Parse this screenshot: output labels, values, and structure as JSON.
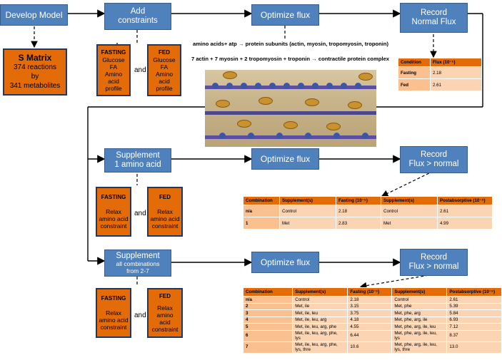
{
  "top": {
    "develop_model": "Develop Model",
    "add_constraints": "Add\nconstraints",
    "optimize_flux": "Optimize flux",
    "record_normal": "Record\nNormal Flux"
  },
  "s_matrix": {
    "title": "S Matrix",
    "line1": "374 reactions",
    "line2": "by",
    "line3": "341 metabolites"
  },
  "fasting_fed_top": {
    "fasting_title": "FASTING",
    "fasting_body": "Glucose\nFA\nAmino\nacid\nprofile",
    "fed_title": "FED",
    "fed_body": "Glucose\nFA\nAmino\nacid\nprofile",
    "and": "and"
  },
  "reactions": {
    "r1": "amino acids+ atp → protein subunits (actin, myosin, tropomyosin, troponin)",
    "r2": "7 actin + 7 myosin + 2 tropomyosin + troponin → contractile protein complex"
  },
  "table1": {
    "headers": [
      "Condition",
      "Flux (10⁻⁵)"
    ],
    "rows": [
      [
        "Fasting",
        "2.18"
      ],
      [
        "Fed",
        "2.61"
      ]
    ]
  },
  "row2": {
    "supplement": "Supplement\n1 amino acid",
    "optimize_flux": "Optimize flux",
    "record": "Record\nFlux > normal",
    "fasting_title": "FASTING",
    "fasting_body": "Relax\namino acid\nconstraint",
    "fed_title": "FED",
    "fed_body": "Relax\namino acid\nconstraint",
    "and": "and"
  },
  "table2": {
    "headers": [
      "Combination",
      "Supplement(s)",
      "Fasting (10⁻⁵)",
      "Supplement(s)",
      "Postabsorptive (10⁻⁵)"
    ],
    "rows": [
      [
        "n/a",
        "Control",
        "2.18",
        "Control",
        "2.61"
      ],
      [
        "1",
        "Met",
        "2.83",
        "Met",
        "4.99"
      ]
    ]
  },
  "row3": {
    "supplement_title": "Supplement",
    "supplement_sub": "all combinations\nfrom 2-7",
    "optimize_flux": "Optimize flux",
    "record": "Record\nFlux > normal",
    "fasting_title": "FASTING",
    "fasting_body": "Relax\namino acid\nconstraint",
    "fed_title": "FED",
    "fed_body": "Relax\namino\nacid\nconstraint",
    "and": "and"
  },
  "table3": {
    "headers": [
      "Combination",
      "Supplement(s)",
      "Fasting (10⁻⁵)",
      "Supplement(s)",
      "Postabsorptive (10⁻⁵)"
    ],
    "rows": [
      [
        "n/a",
        "Control",
        "2.18",
        "Control",
        "2.61"
      ],
      [
        "2",
        "Met, ile",
        "3.15",
        "Met, phe",
        "5.39"
      ],
      [
        "3",
        "Met, ile, leu",
        "3.75",
        "Met, phe, arg",
        "5.84"
      ],
      [
        "4",
        "Met, ile, leu, arg",
        "4.18",
        "Met, phe, arg, ile",
        "6.93"
      ],
      [
        "5",
        "Met, ile, leu, arg, phe",
        "4.55",
        "Met, phe, arg, ile, leu",
        "7.12"
      ],
      [
        "6",
        "Met, ile, leu, arg, phe,\nlys",
        "6.44",
        "Met, phe, arg, ile, leu,\nlys",
        "8.37"
      ],
      [
        "7",
        "Met, ile, leu, arg, phe,\nlys, thre",
        "10.6",
        "Met, phe, arg, ile, leu,\nlys, thre",
        "13.0"
      ]
    ]
  },
  "colors": {
    "box_blue": "#4f81bd",
    "box_orange": "#e36c09",
    "table_light": "#fbd4b4"
  }
}
